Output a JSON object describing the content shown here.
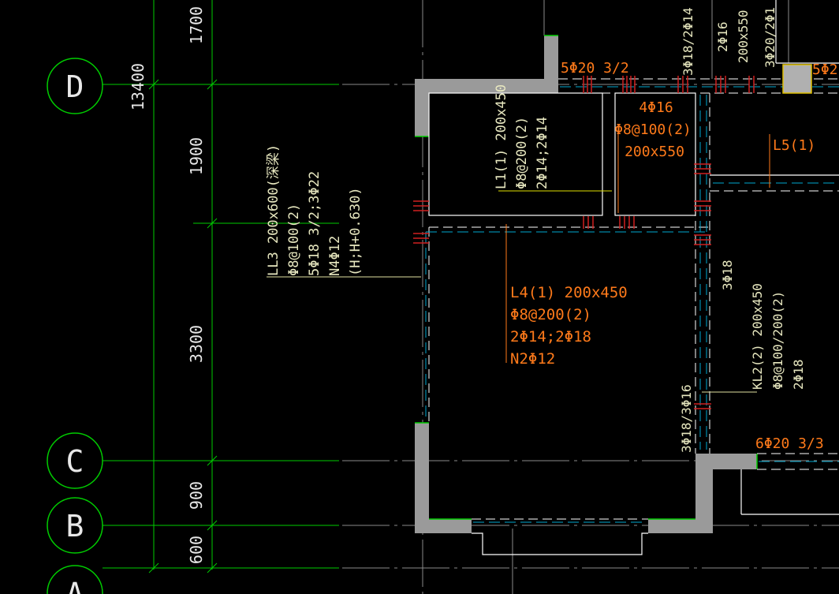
{
  "colors": {
    "background": "#000000",
    "grid": "#00cc00",
    "dimension_text": "#e8e8e8",
    "gridline": "#9a9a9a",
    "wall_fill": "#9a9a9a",
    "beam_label": "#ff7a1a",
    "cyan_dash": "#00a8d0",
    "rebar_tick": "#d02020",
    "column": "#b0b0b0",
    "column_border": "#e0c000"
  },
  "axes": {
    "D": "D",
    "C": "C",
    "B": "B",
    "A": "A"
  },
  "dimensions": {
    "total": "13400",
    "seg_1700": "1700",
    "seg_1900": "1900",
    "seg_3300": "3300",
    "seg_900": "900",
    "seg_600": "600"
  },
  "labels": {
    "ll3": [
      "LL3 200x600(深梁)",
      "Φ8@100(2)",
      "5Φ18 3/2;3Φ22",
      "N4Φ12",
      "(H;H+0.630)"
    ],
    "l1": [
      "L1(1) 200x450",
      "Φ8@200(2)",
      "2Φ14;2Φ14"
    ],
    "l4": [
      "L4(1) 200x450",
      "Φ8@200(2)",
      "2Φ14;2Φ18",
      "N2Φ12"
    ],
    "beam_top_mid": [
      "4Φ16",
      "Φ8@100(2)",
      "200x550"
    ],
    "top_5phi20": "5Φ20 3/2",
    "top_3phi18_2phi14": "3Φ18/2Φ14",
    "top_2phi16": "2Φ16",
    "top_200x550": "200x550",
    "top_3phi20_2phi": "3Φ20/2Φ1",
    "top_5phi_right": "5Φ2",
    "l5": "L5(1)",
    "right_3phi18": "3Φ18",
    "right_3phi18_3phi16": "3Φ18/3Φ16",
    "kl2": [
      "KL2(2) 200x450",
      "Φ8@100/200(2)",
      "2Φ18"
    ],
    "right_6phi20": "6Φ20 3/3"
  }
}
